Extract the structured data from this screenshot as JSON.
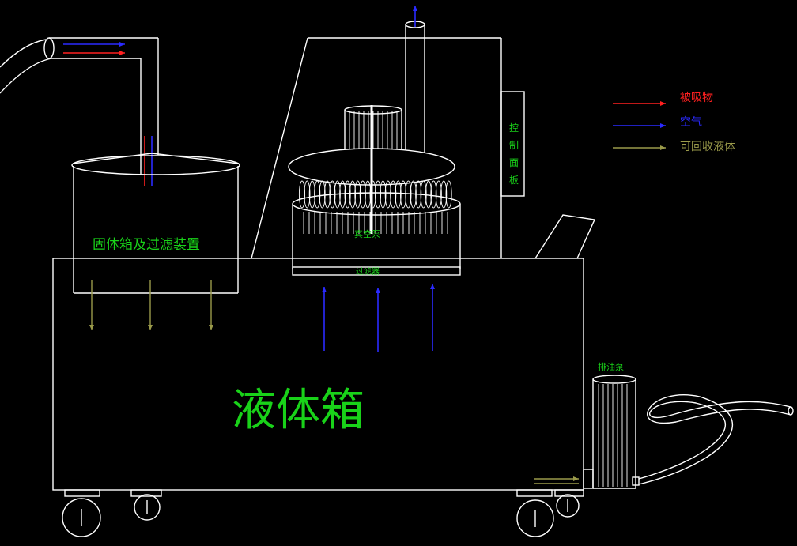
{
  "labels": {
    "solid_box": "固体箱及过滤装置",
    "vacuum_pump": "真空泵",
    "filter": "过滤器",
    "control_panel": [
      "控",
      "制",
      "面",
      "板"
    ],
    "liquid_tank": "液体箱",
    "oil_pump": "排油泵"
  },
  "legend": [
    {
      "label": "被吸物",
      "color": "#ff2020"
    },
    {
      "label": "空气",
      "color": "#2a2aff"
    },
    {
      "label": "可回收液体",
      "color": "#9a9a4a"
    }
  ],
  "colors": {
    "line": "#ffffff",
    "label": "#19d219",
    "suction": "#ff2020",
    "air": "#2a2aff",
    "liquid": "#9a9a4a",
    "background": "#000000"
  }
}
